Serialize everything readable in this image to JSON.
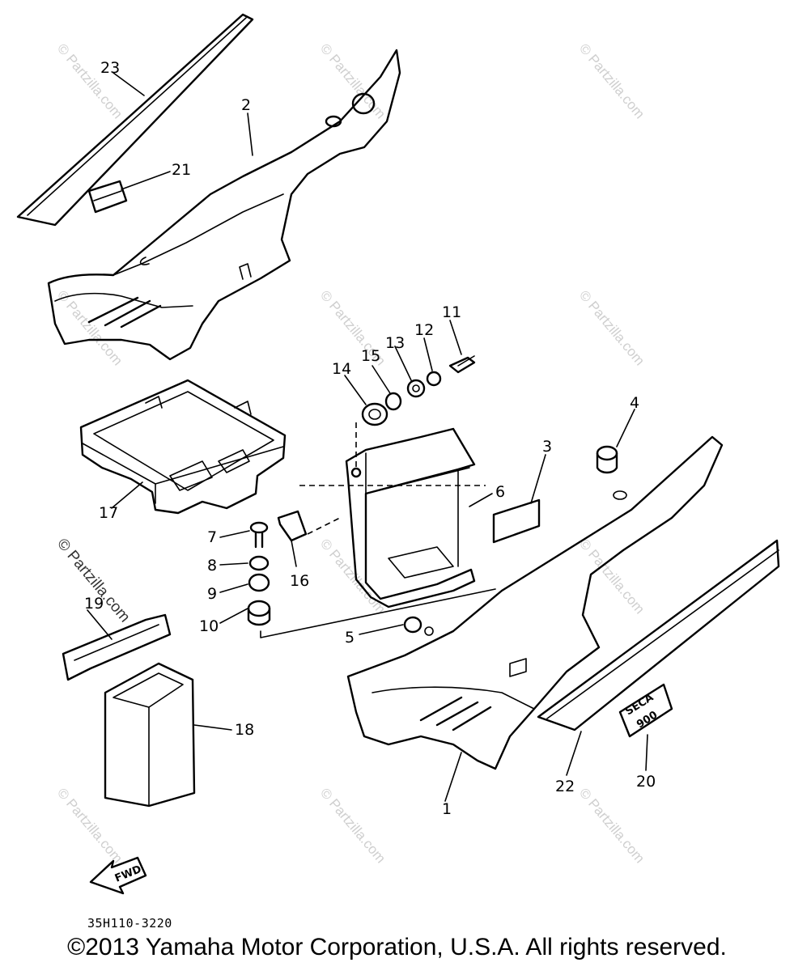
{
  "diagram": {
    "callouts": [
      "23",
      "2",
      "21",
      "11",
      "12",
      "13",
      "15",
      "14",
      "4",
      "3",
      "17",
      "6",
      "7",
      "8",
      "9",
      "10",
      "16",
      "19",
      "5",
      "18",
      "22",
      "20",
      "1"
    ],
    "decal_text_top": "SECA",
    "decal_text_bottom": "900",
    "fwd_arrow_label": "FWD",
    "drawing_number": "35H110-3220",
    "watermark_text": "© Partzilla.com"
  },
  "footer": {
    "copyright": "©2013 Yamaha Motor Corporation, U.S.A. All rights reserved."
  }
}
